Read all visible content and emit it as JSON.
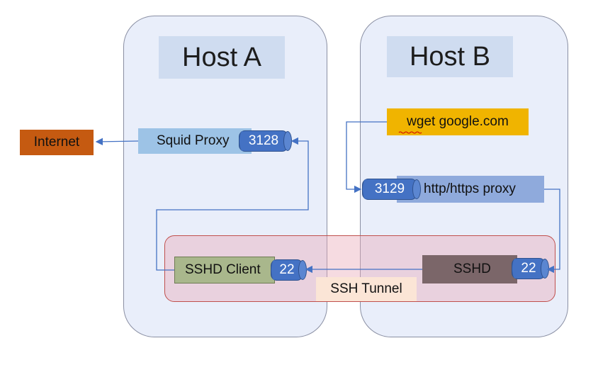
{
  "hosts": {
    "a": {
      "title": "Host A"
    },
    "b": {
      "title": "Host B"
    }
  },
  "nodes": {
    "internet": "Internet",
    "squid_proxy": "Squid Proxy",
    "squid_port": "3128",
    "wget": "wget google.com",
    "proxy_port": "3129",
    "http_proxy": "http/https proxy",
    "sshd_client": "SSHD Client",
    "client_port": "22",
    "sshd": "SSHD",
    "sshd_port": "22",
    "tunnel_label": "SSH Tunnel"
  },
  "colors": {
    "host_fill": "#e9eefa",
    "title_fill": "#cfdcf0",
    "internet_fill": "#c55a11",
    "squid_fill": "#9dc3e6",
    "wget_fill": "#f0b400",
    "http_proxy_fill": "#8faadc",
    "sshd_client_fill": "#a9b78c",
    "sshd_fill": "#7b6669",
    "port_fill": "#4472c4",
    "tunnel_label_fill": "#fbe5d6",
    "connector": "#4472c4"
  }
}
